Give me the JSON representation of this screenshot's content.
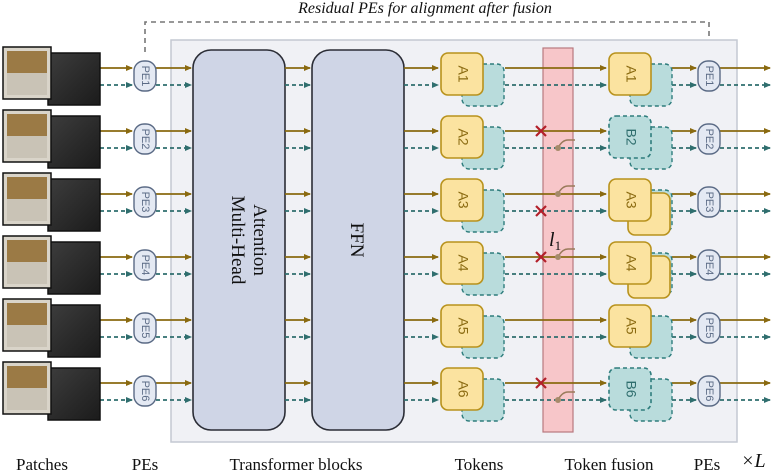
{
  "header": {
    "residual_label": "Residual PEs for alignment after fusion"
  },
  "blocks": {
    "attention_line1": "Multi-Head",
    "attention_line2": "Attention",
    "ffn": "FFN"
  },
  "pe_labels": [
    "PE1",
    "PE2",
    "PE3",
    "PE4",
    "PE5",
    "PE6"
  ],
  "token_labels": [
    "A1",
    "A2",
    "A3",
    "A4",
    "A5",
    "A6"
  ],
  "fusion_labels": [
    "A1",
    "B2",
    "A3",
    "A4",
    "A5",
    "B6"
  ],
  "fusion_line_symbol": "l",
  "fusion_line_subscript": "1",
  "repeat_label": "×L",
  "bottom_labels": {
    "patches": "Patches",
    "pes": "PEs",
    "transformer": "Transformer blocks",
    "tokens": "Tokens",
    "fusion": "Token fusion",
    "pes_right": "PEs"
  },
  "colors": {
    "token_fill": "#fbe3a0",
    "token_stroke": "#b8921c",
    "ghost_fill": "#b9dcdc",
    "ghost_stroke": "#2f7d7d",
    "arrow_solid": "#8a6a10",
    "arrow_dashed": "#2f6e6e",
    "fusion_bar": "#f7c6c9",
    "cross": "#b3202a",
    "block_fill": "#cfd5e6"
  }
}
